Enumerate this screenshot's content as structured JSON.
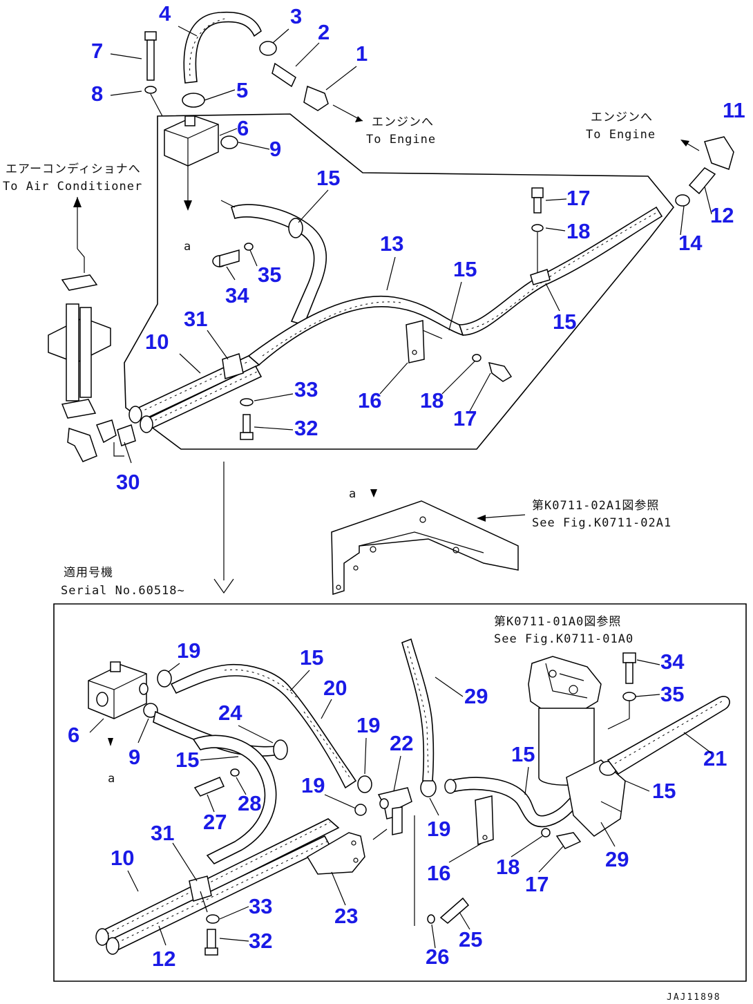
{
  "top": {
    "view_marker": "a"
  },
  "bracket": {
    "view_marker": "a"
  },
  "bottom": {
    "view_marker": "a"
  },
  "notes": {
    "to_engine_1_jp": "エンジンへ",
    "to_engine_1_en": "To Engine",
    "to_engine_2_jp": "エンジンへ",
    "to_engine_2_en": "To Engine",
    "to_aircon_jp": "エアーコンディショナへ",
    "to_aircon_en": "To Air Conditioner",
    "ref_02a1_jp": "第K0711-02A1図参照",
    "ref_02a1_en": "See Fig.K0711-02A1",
    "serial_jp": "適用号機",
    "serial_en": "Serial No.60518~",
    "ref_01a0_jp": "第K0711-01A0図参照",
    "ref_01a0_en": "See Fig.K0711-01A0"
  },
  "drawing_code": "JAJ11898",
  "callouts": {
    "c1": "1",
    "c2": "2",
    "c3": "3",
    "c4": "4",
    "c5": "5",
    "c6": "6",
    "c7": "7",
    "c8": "8",
    "c9": "9",
    "c10": "10",
    "c11": "11",
    "c12": "12",
    "c13": "13",
    "c14": "14",
    "c15": "15",
    "c16": "16",
    "c17": "17",
    "c18": "18",
    "c19": "19",
    "c20": "20",
    "c21": "21",
    "c22": "22",
    "c23": "23",
    "c24": "24",
    "c25": "25",
    "c26": "26",
    "c27": "27",
    "c28": "28",
    "c29": "29",
    "c30": "30",
    "c31": "31",
    "c32": "32",
    "c33": "33",
    "c34": "34",
    "c35": "35"
  },
  "colors": {
    "callout": "#1a1ae6",
    "line": "#000000",
    "background": "#ffffff"
  }
}
